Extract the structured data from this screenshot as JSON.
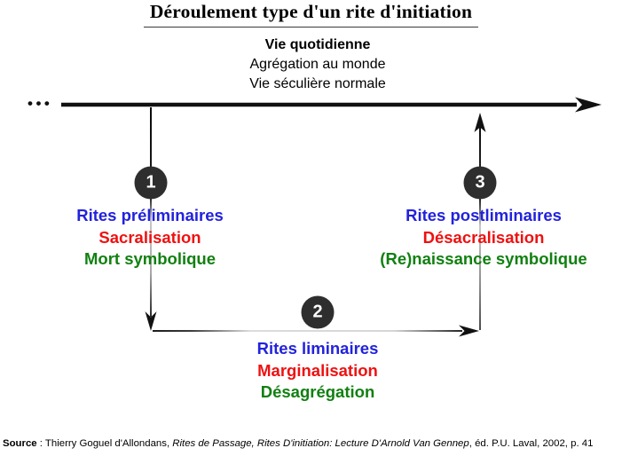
{
  "title": "Déroulement type d'un rite d'initiation",
  "colors": {
    "step_title": "#2222dd",
    "step_phase": "#ee1111",
    "step_meaning": "#118011",
    "badge_bg": "#2e2e2e",
    "arrow": "#111111"
  },
  "everyday": {
    "title": "Vie quotidienne",
    "line2": "Agrégation au monde",
    "line3": "Vie séculière normale"
  },
  "timeline": {
    "ellipsis": "•••"
  },
  "steps": [
    {
      "number": "1",
      "title": "Rites préliminaires",
      "phase": "Sacralisation",
      "meaning": "Mort symbolique"
    },
    {
      "number": "2",
      "title": "Rites liminaires",
      "phase": "Marginalisation",
      "meaning": "Désagrégation"
    },
    {
      "number": "3",
      "title": "Rites postliminaires",
      "phase": "Désacralisation",
      "meaning": "(Re)naissance symbolique"
    }
  ],
  "source": {
    "label": "Source",
    "prefix": " : Thierry Goguel d'Allondans, ",
    "work": "Rites de Passage, Rites D'initiation: Lecture D'Arnold Van Gennep",
    "suffix": ", éd. P.U. Laval, 2002, p. 41"
  }
}
